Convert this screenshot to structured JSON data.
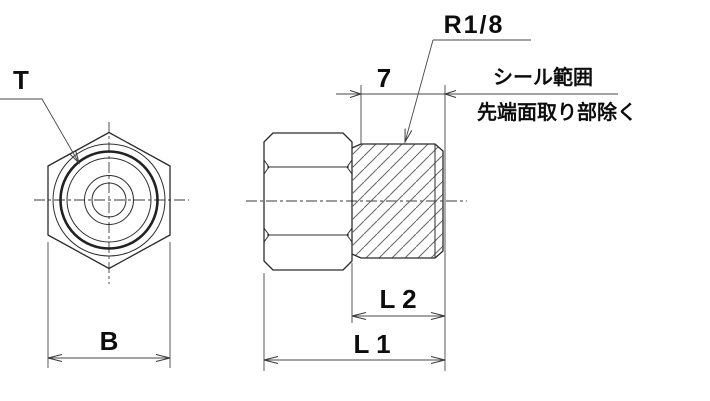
{
  "drawing": {
    "type": "engineering-drawing",
    "part": "hex-head-threaded-plug",
    "labels": {
      "thread_symbol": "T",
      "width_across_flats": "B",
      "thread_spec": "R1/8",
      "seal_length": "7",
      "seal_range": "シール範囲",
      "seal_range_note": "先端面取り部除く",
      "length_l2": "L 2",
      "length_l1": "L 1"
    },
    "colors": {
      "background": "#ffffff",
      "line": "#2b2b2b",
      "dimension_line": "#474747",
      "text": "#0d0d0d"
    }
  }
}
